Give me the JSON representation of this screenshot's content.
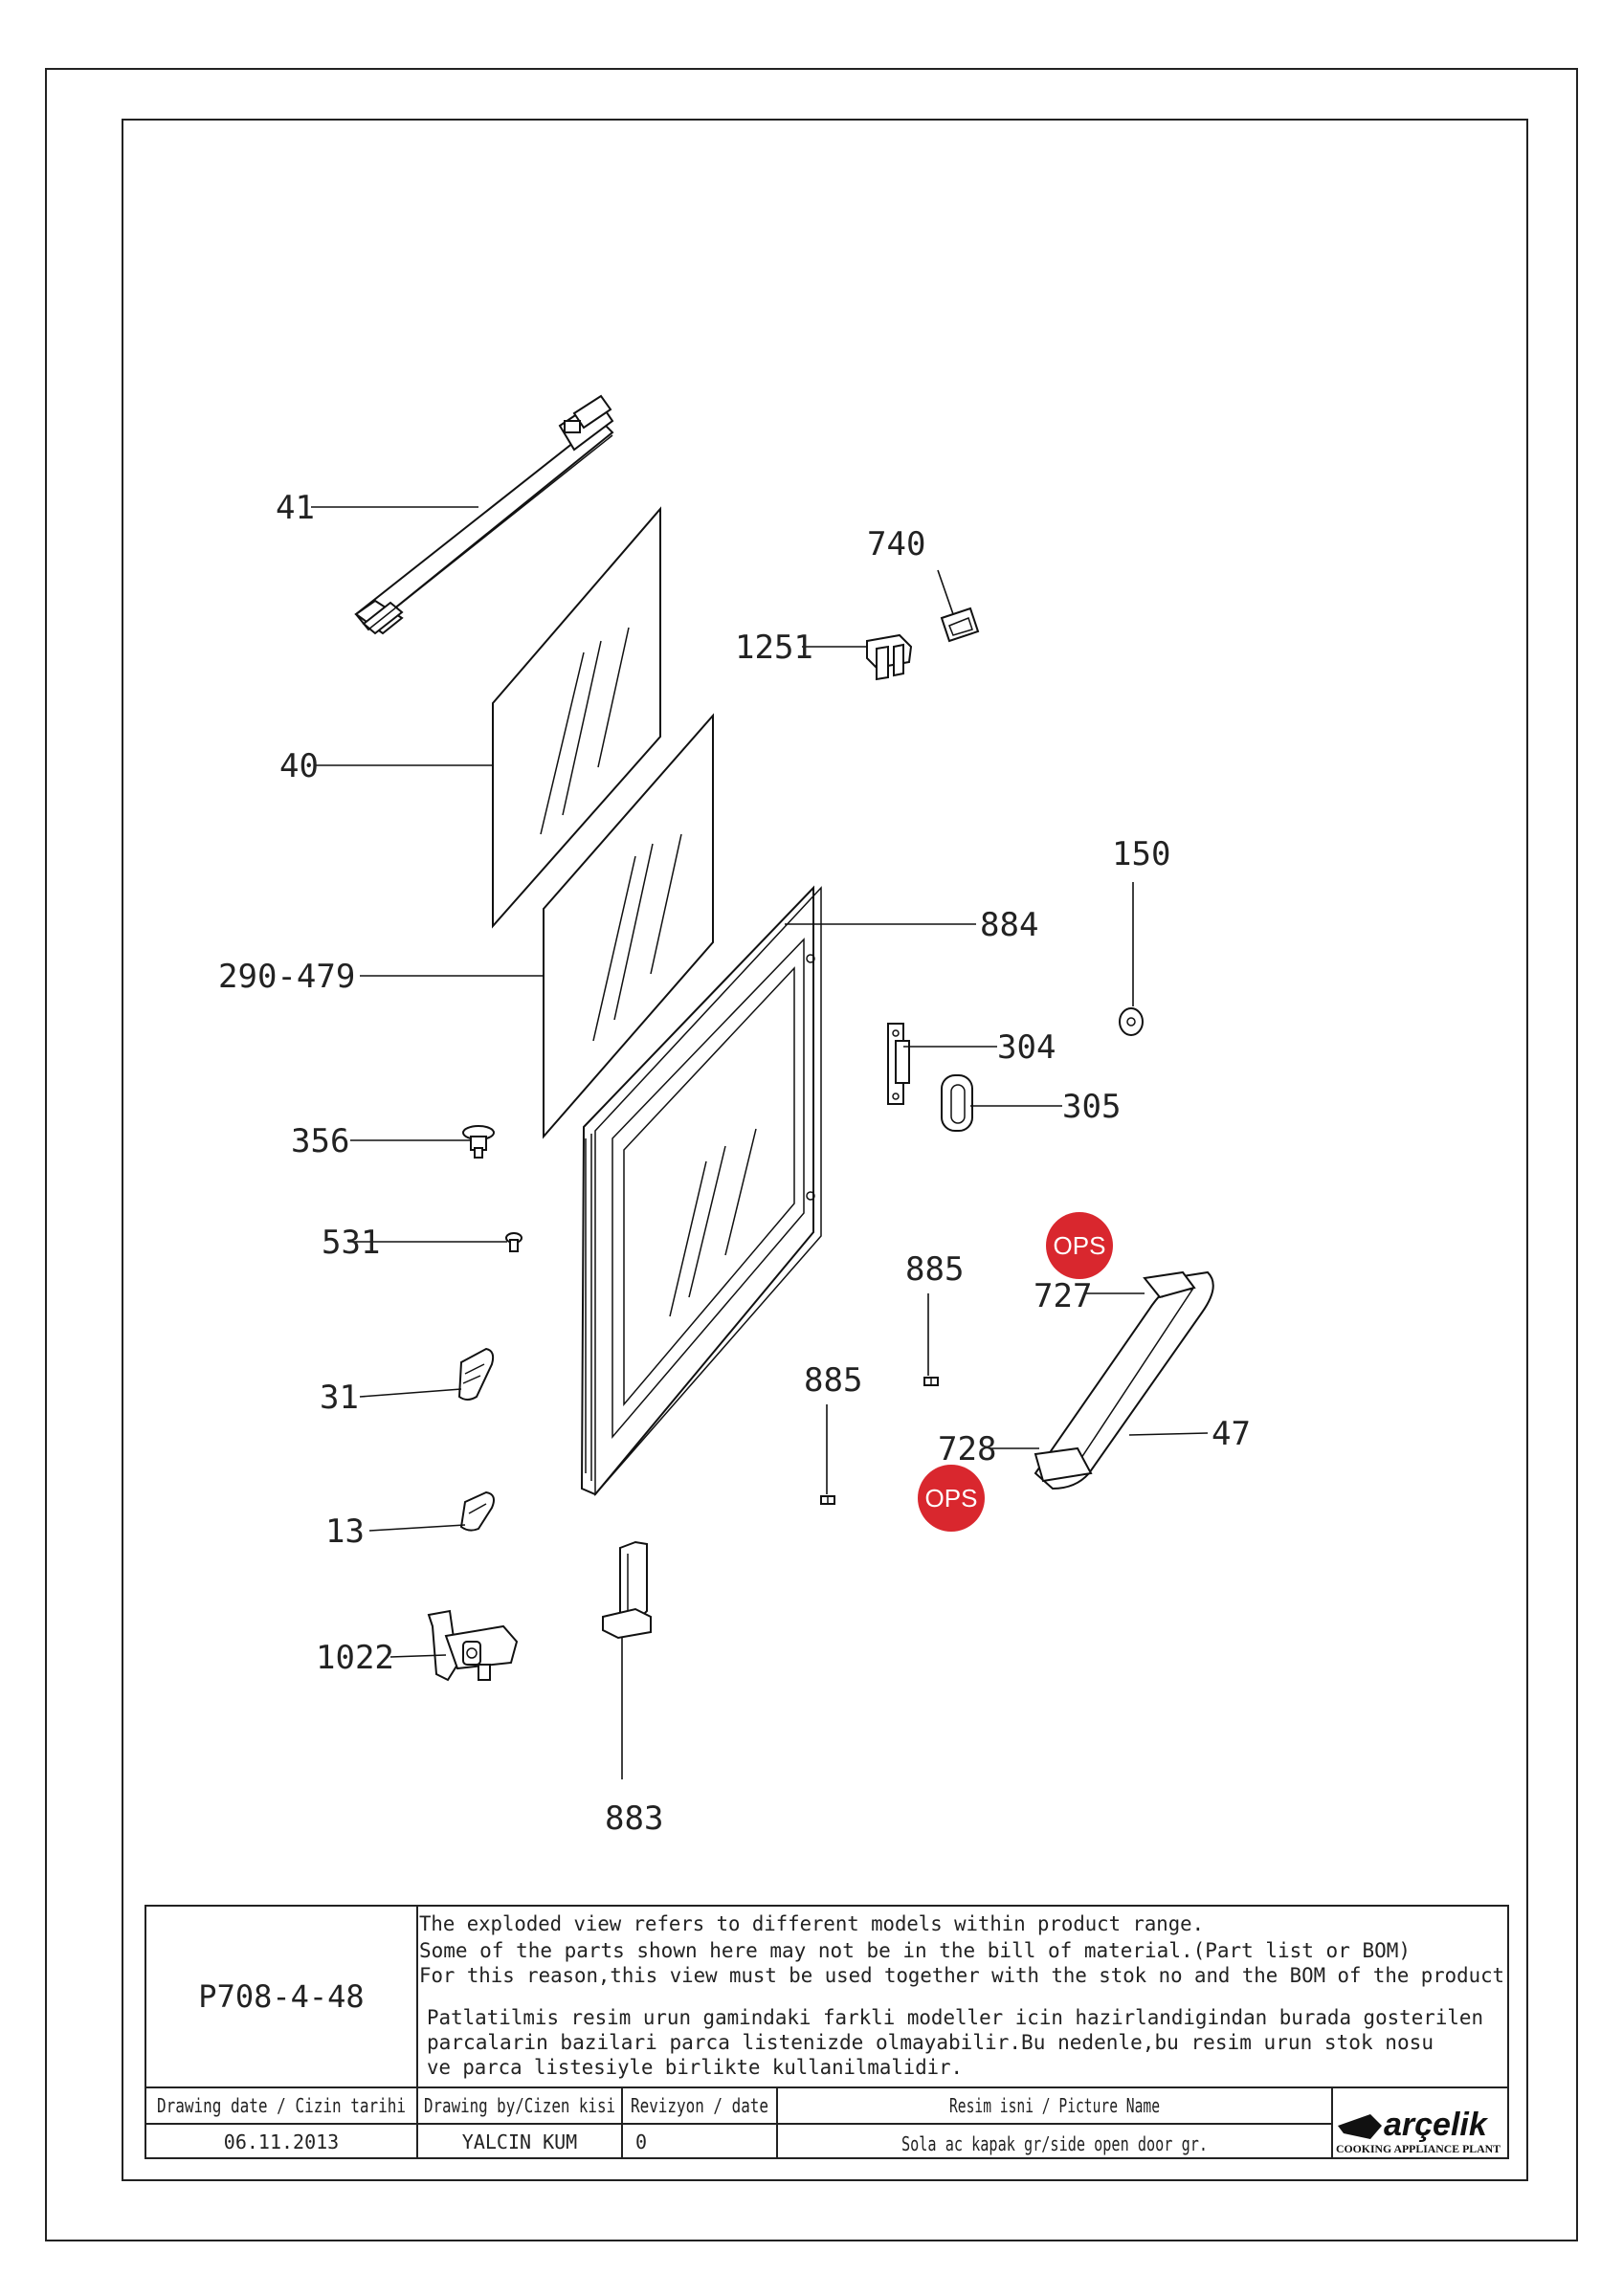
{
  "drawing": {
    "labels": {
      "l41": "41",
      "l40": "40",
      "l290": "290-479",
      "l356": "356",
      "l531": "531",
      "l31": "31",
      "l13": "13",
      "l1022": "1022",
      "l883": "883",
      "l740": "740",
      "l1251": "1251",
      "l884": "884",
      "l150": "150",
      "l304": "304",
      "l305": "305",
      "l885a": "885",
      "l885b": "885",
      "l727": "727",
      "l728": "728",
      "l47": "47"
    },
    "ops_badges": [
      "OPS",
      "OPS"
    ],
    "ops_color": "#d9272e"
  },
  "title_block": {
    "drawing_code": "P708-4-48",
    "note_en": [
      "The exploded view refers to different models within product range.",
      "Some of the parts shown here may not be in the bill of material.(Part list or BOM)",
      "For this reason,this view must be used together with the stok no and the BOM of the product"
    ],
    "note_tr": [
      "Patlatilmis resim urun gamindaki farkli modeller icin hazirlandigindan burada gosterilen",
      "parcalarin bazilari parca listenizde olmayabilir.Bu nedenle,bu resim urun stok nosu",
      "ve parca listesiyle birlikte kullanilmalidir."
    ],
    "headers": {
      "date": "Drawing date / Cizin tarihi",
      "by": "Drawing by/Cizen kisi",
      "rev": "Revizyon / date",
      "pic": "Resim isni / Picture Name"
    },
    "values": {
      "date": "06.11.2013",
      "by": "YALCIN KUM",
      "rev": "0",
      "pic": "Sola ac kapak gr/side open door gr."
    },
    "brand": "arçelik",
    "brand_sub": "COOKING APPLIANCE PLANT"
  }
}
